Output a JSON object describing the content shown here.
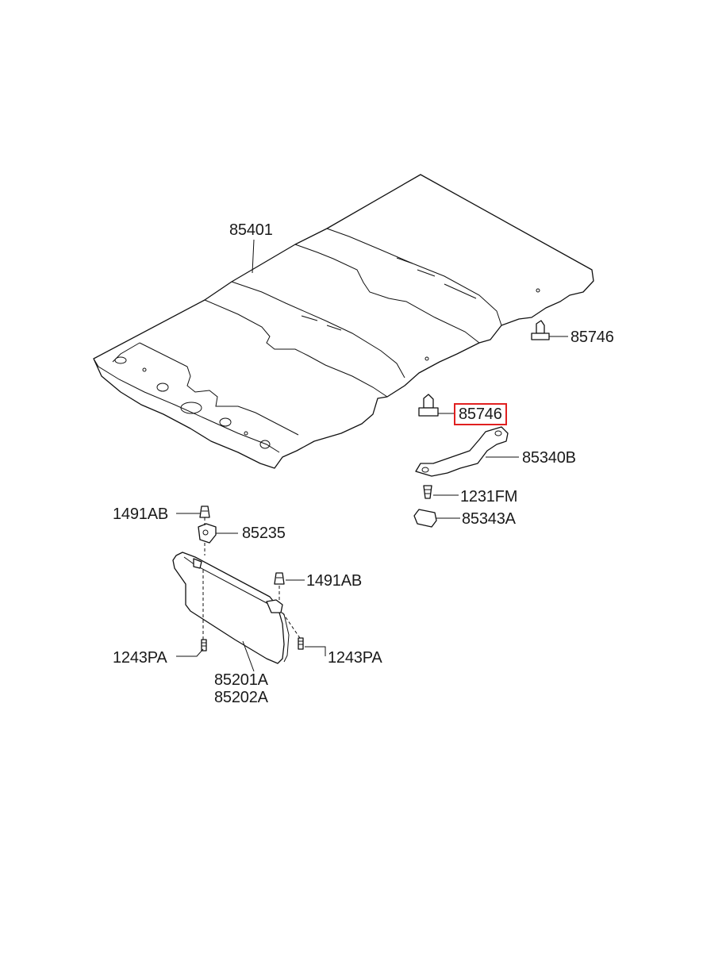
{
  "labels": {
    "headlining": "85401",
    "clip_upper": "85746",
    "clip_lower": "85746",
    "handle": "85340B",
    "screw_handle": "1231FM",
    "handle_cover": "85343A",
    "screw_visor_left": "1491AB",
    "visor_retainer": "85235",
    "screw_visor_right": "1491AB",
    "bolt_left": "1243PA",
    "bolt_right": "1243PA",
    "visor_lh": "85201A",
    "visor_rh": "85202A"
  },
  "highlight": {
    "color": "#e02020",
    "label": "clip_lower"
  }
}
